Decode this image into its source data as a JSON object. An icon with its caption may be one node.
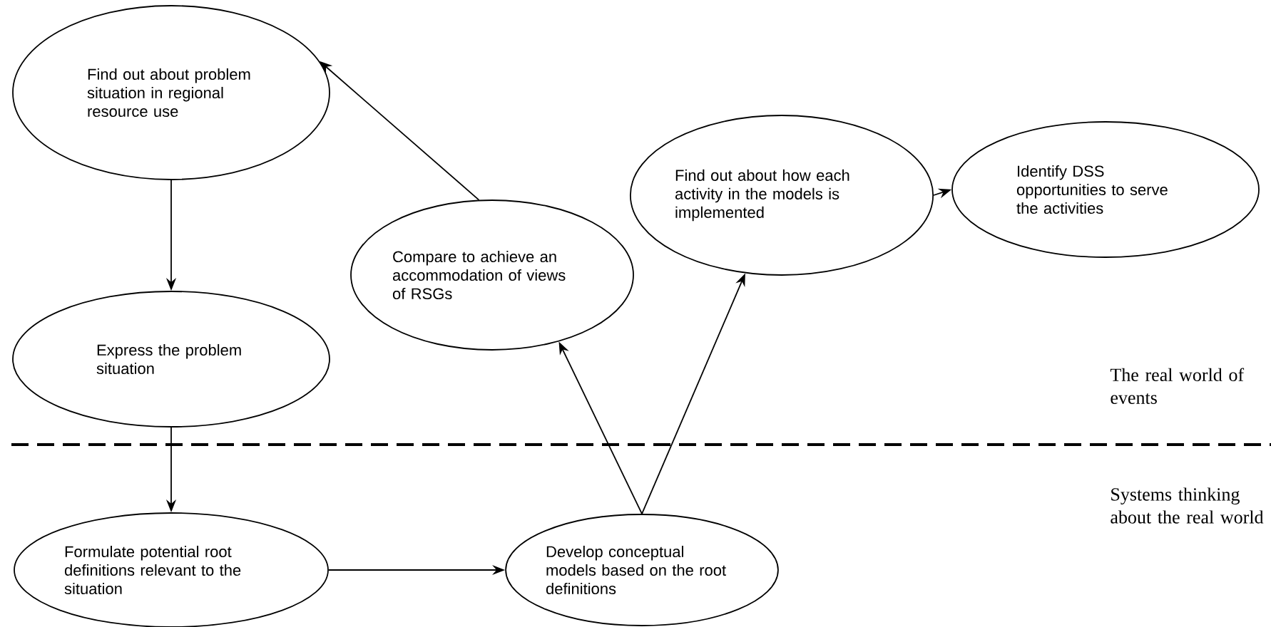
{
  "diagram": {
    "nodes": [
      {
        "text": [
          "Find out about problem situation in regional resource use"
        ]
      },
      {
        "text": [
          "Express the problem situation"
        ]
      },
      {
        "text": [
          "Compare to achieve an accommodation of views of RSGs"
        ]
      },
      {
        "text": [
          "Find out about how each activity in the models is implemented"
        ]
      },
      {
        "text": [
          "Identify DSS opportunities to serve the activities"
        ]
      },
      {
        "text": [
          "Formulate potential root definitions relevant to the situation"
        ]
      },
      {
        "text": [
          "Develop conceptual models based on the root definitions"
        ]
      }
    ],
    "edges": [
      {
        "from": 2,
        "to": 0,
        "arrow": "to"
      },
      {
        "from": 0,
        "to": 1,
        "arrow": "to"
      },
      {
        "from": 1,
        "to": 5,
        "arrow": "to"
      },
      {
        "from": 5,
        "to": 6,
        "arrow": "to"
      },
      {
        "from": 6,
        "to": 2,
        "arrow": "to"
      },
      {
        "from": 6,
        "to": 3,
        "arrow": "to"
      },
      {
        "from": 3,
        "to": 4,
        "arrow": "to"
      }
    ],
    "labels": [
      "The real world of events",
      "Systems thinking about the real world"
    ]
  }
}
